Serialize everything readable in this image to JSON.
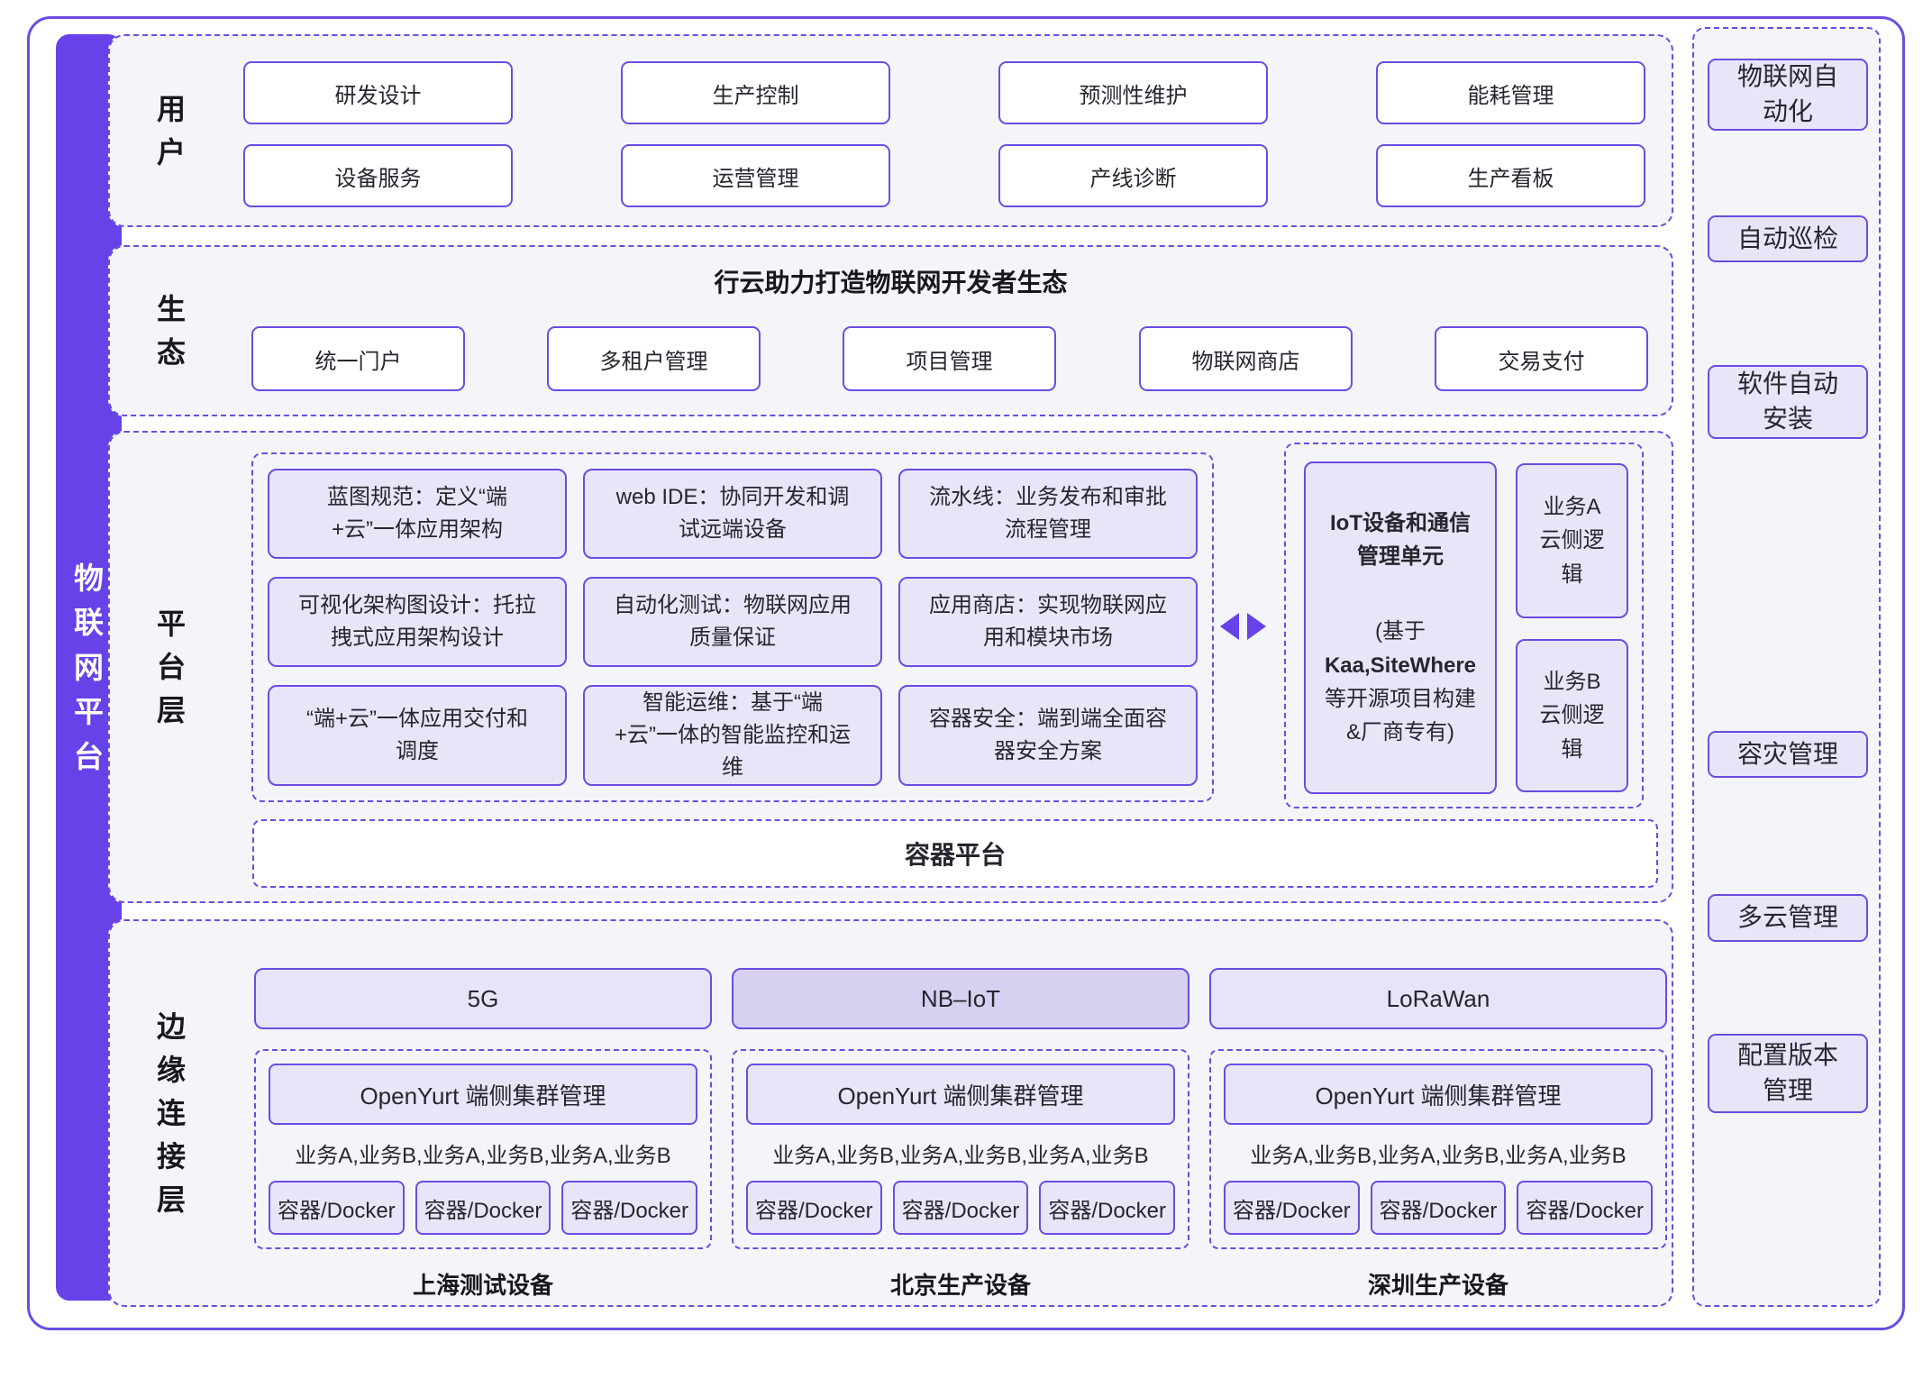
{
  "colors": {
    "accent_purple": "#6742e8",
    "border_purple": "#6b4ce2",
    "light_fill": "#e9e5f9",
    "nbiot_fill": "#d8d0f1",
    "section_bg": "#f4f5f8"
  },
  "left_bar": {
    "label": "物联网平台"
  },
  "sections": {
    "users": {
      "label": "用户",
      "rows": [
        [
          "研发设计",
          "生产控制",
          "预测性维护",
          "能耗管理"
        ],
        [
          "设备服务",
          "运营管理",
          "产线诊断",
          "生产看板"
        ]
      ]
    },
    "ecosystem": {
      "label": "生态",
      "title": "行云助力打造物联网开发者生态",
      "boxes": [
        "统一门户",
        "多租户管理",
        "项目管理",
        "物联网商店",
        "交易支付"
      ]
    },
    "platform": {
      "label": "平台层",
      "cells": [
        "蓝图规范：定义“端+云”一体应用架构",
        "web IDE：协同开发和调试远端设备",
        "流水线：业务发布和审批流程管理",
        "可视化架构图设计：托拉拽式应用架构设计",
        "自动化测试：物联网应用质量保证",
        "应用商店：实现物联网应用和模块市场",
        "“端+云”一体应用交付和调度",
        "智能运维：基于“端+云”一体的智能监控和运维",
        "容器安全：端到端全面容器安全方案"
      ],
      "iot_unit": {
        "title": "IoT设备和通信管理单元",
        "sub_prefix": "(基于",
        "sub_bold": "Kaa,SiteWhere",
        "sub_suffix": "等开源项目构建&厂商专有)"
      },
      "cloud_logic": [
        {
          "lines": [
            "业务A",
            "云侧逻辑"
          ]
        },
        {
          "lines": [
            "业务B",
            "云侧逻辑"
          ]
        }
      ],
      "container_platform": "容器平台"
    },
    "edge": {
      "label": "边缘连接层",
      "columns": [
        {
          "network": "5G",
          "cluster": "OpenYurt 端侧集群管理",
          "services": "业务A,业务B,业务A,业务B,业务A,业务B",
          "containers": [
            "容器/Docker",
            "容器/Docker",
            "容器/Docker"
          ],
          "device": "上海测试设备"
        },
        {
          "network": "NB–IoT",
          "cluster": "OpenYurt 端侧集群管理",
          "services": "业务A,业务B,业务A,业务B,业务A,业务B",
          "containers": [
            "容器/Docker",
            "容器/Docker",
            "容器/Docker"
          ],
          "device": "北京生产设备"
        },
        {
          "network": "LoRaWan",
          "cluster": "OpenYurt 端侧集群管理",
          "services": "业务A,业务B,业务A,业务B,业务A,业务B",
          "containers": [
            "容器/Docker",
            "容器/Docker",
            "容器/Docker"
          ],
          "device": "深圳生产设备"
        }
      ]
    }
  },
  "sidebar": {
    "items": [
      {
        "lines": [
          "物联网自",
          "动化"
        ]
      },
      {
        "lines": [
          "自动巡检"
        ]
      },
      {
        "lines": [
          "软件自动",
          "安装"
        ]
      },
      {
        "lines": [
          "容灾管理"
        ]
      },
      {
        "lines": [
          "多云管理"
        ]
      },
      {
        "lines": [
          "配置版本",
          "管理"
        ]
      }
    ]
  }
}
